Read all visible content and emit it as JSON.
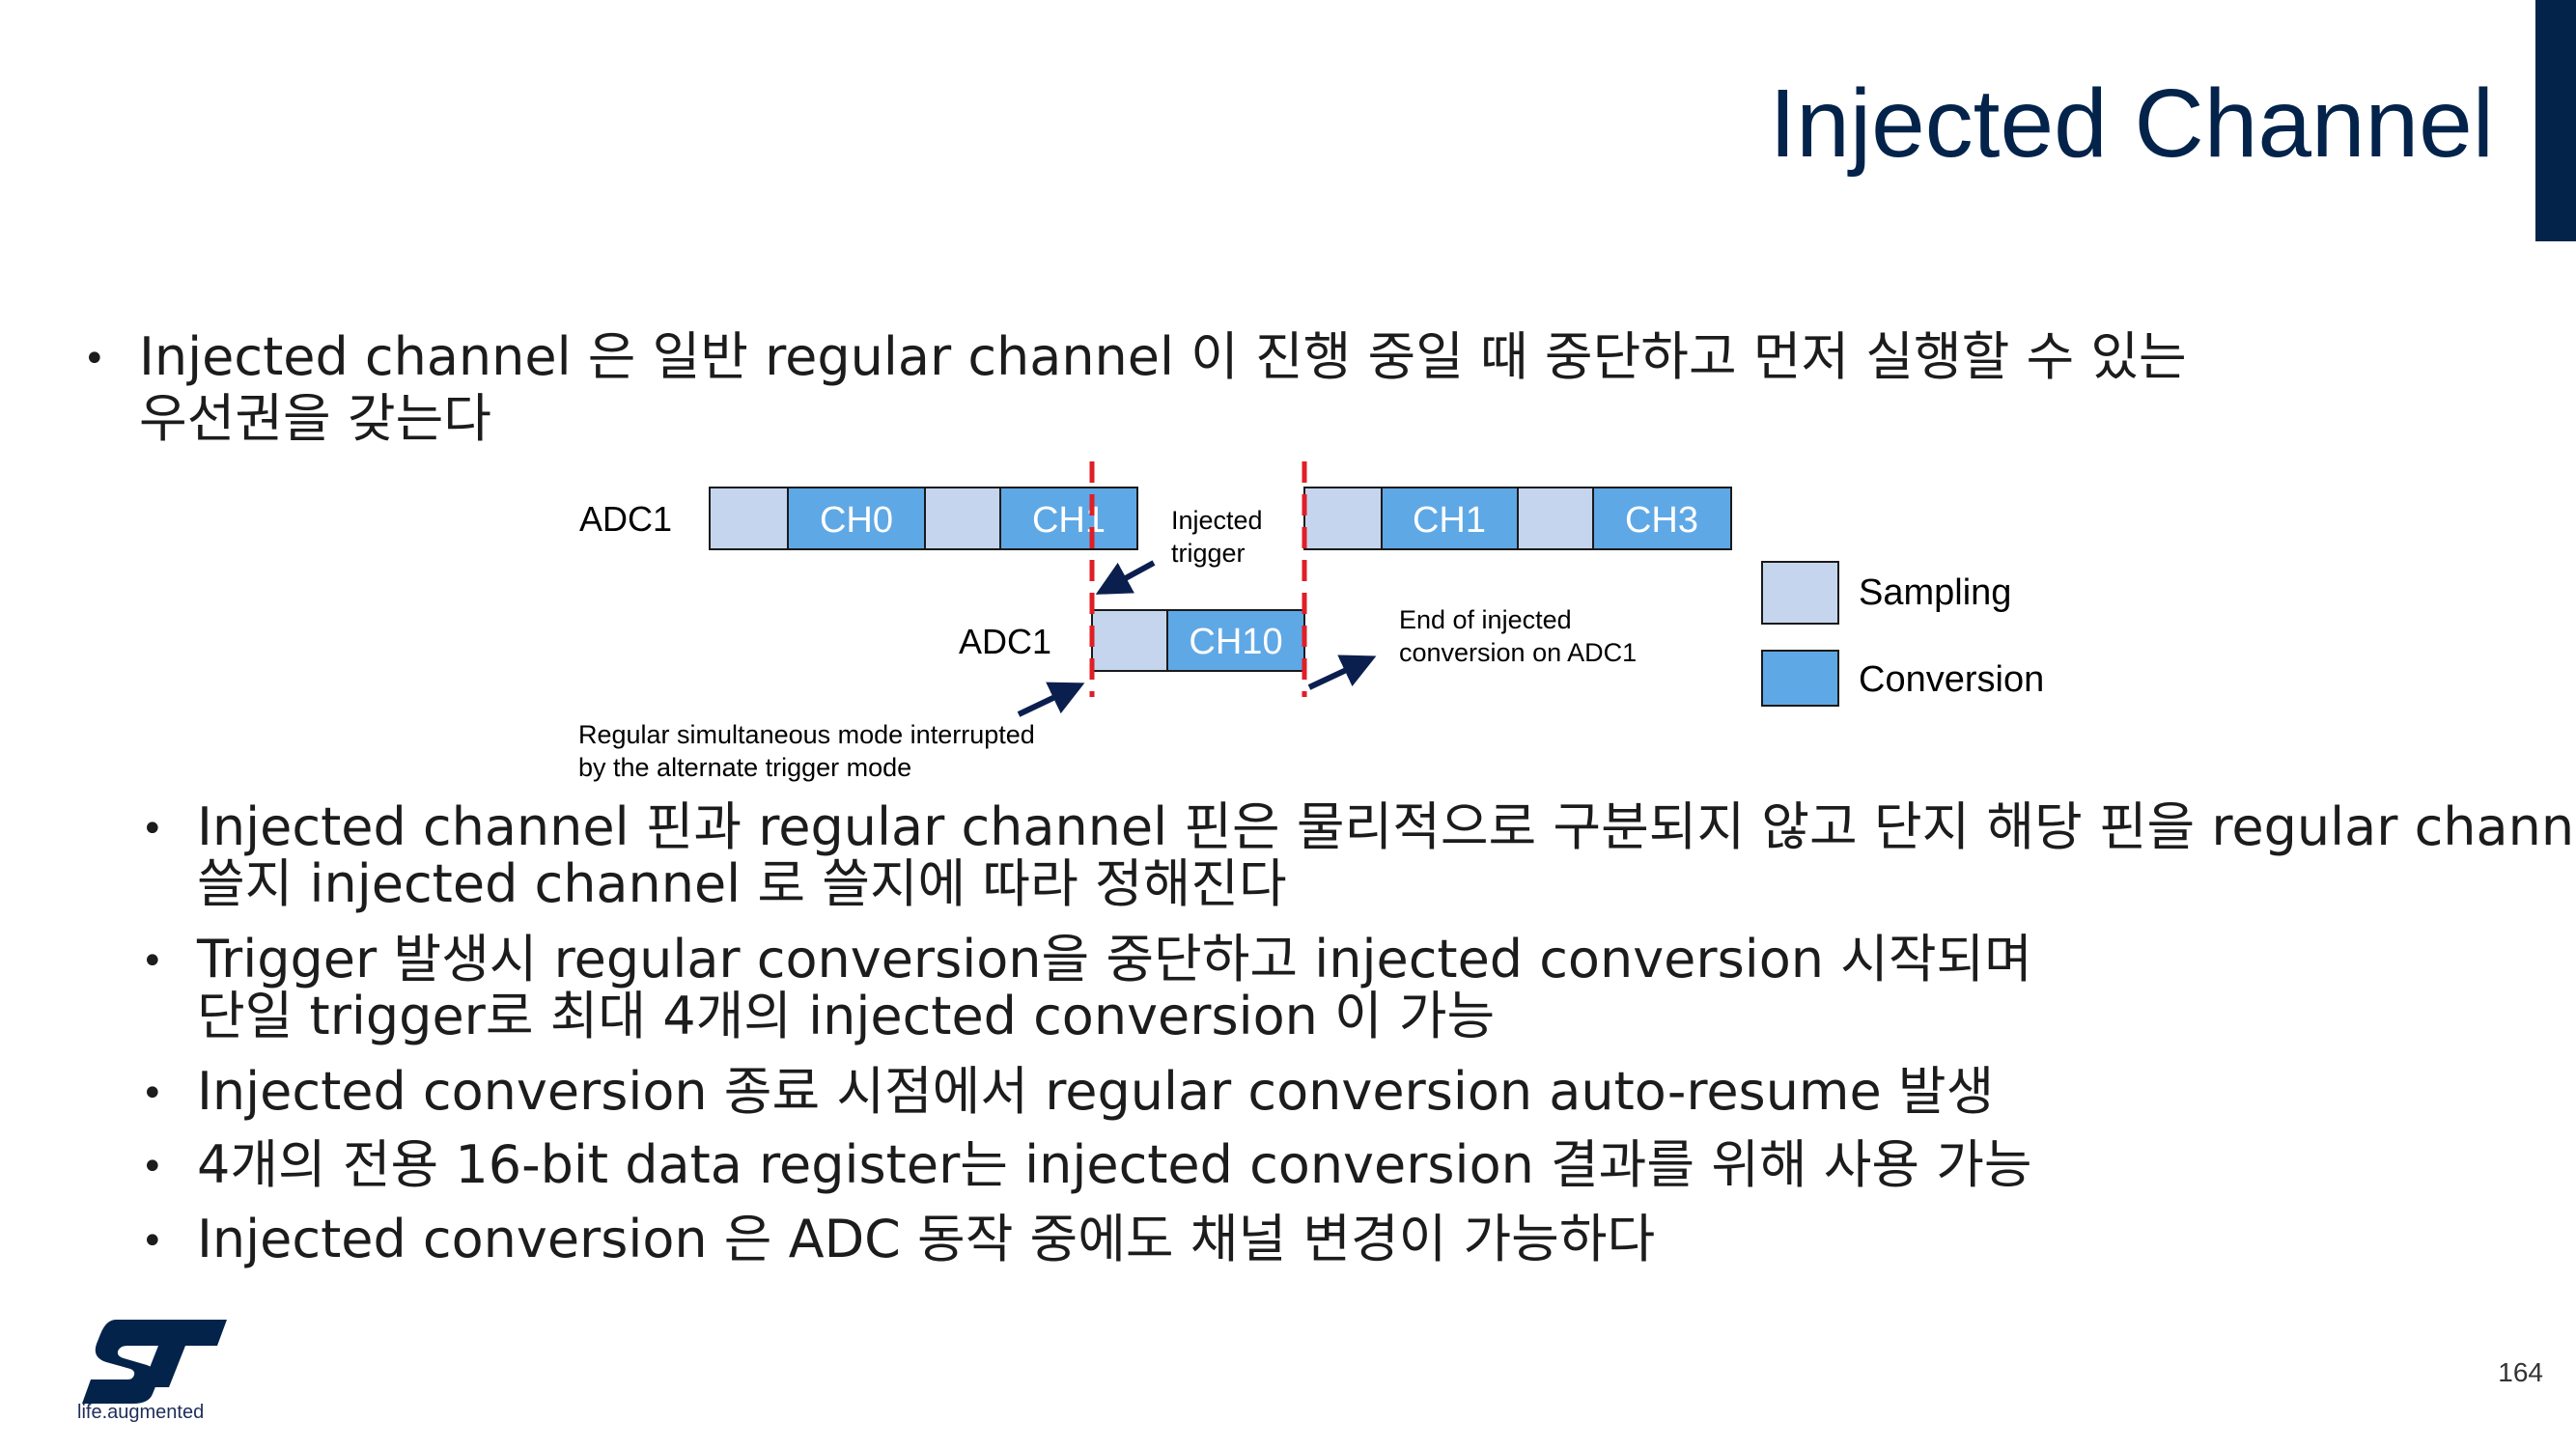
{
  "colors": {
    "accent": "#03234b",
    "sampling": "#c5d5ee",
    "conversion": "#5fa8e6",
    "trigger_line": "#e01e25",
    "arrow": "#0b1f4f"
  },
  "slide": {
    "title": "Injected Channel",
    "page_number": "164",
    "intro_lines": [
      "Injected channel 은 일반 regular channel 이 진행 중일 때 중단하고 먼저 실행할 수 있는",
      "우선권을 갖는다"
    ],
    "bullets": [
      {
        "lines": [
          "Injected channel 핀과 regular channel 핀은 물리적으로 구분되지 않고 단지 해당 핀을 regular channel 로",
          "쓸지 injected channel 로 쓸지에 따라 정해진다"
        ]
      },
      {
        "lines": [
          "Trigger 발생시 regular conversion을 중단하고 injected conversion 시작되며",
          "단일 trigger로 최대 4개의 injected conversion 이 가능"
        ]
      },
      {
        "lines": [
          "Injected conversion 종료 시점에서 regular conversion auto-resume 발생"
        ]
      },
      {
        "lines": [
          "4개의 전용 16-bit data register는 injected conversion 결과를 위해 사용 가능"
        ]
      },
      {
        "lines": [
          "Injected conversion 은 ADC 동작 중에도 채널 변경이 가능하다"
        ]
      }
    ]
  },
  "diagram": {
    "row1_label": "ADC1",
    "row2_label": "ADC1",
    "row1_left_blocks": [
      "",
      "CH0",
      "",
      "CH1"
    ],
    "row1_right_blocks": [
      "",
      "CH1",
      "",
      "CH3"
    ],
    "row2_blocks": [
      "",
      "CH10"
    ],
    "injected_trigger": [
      "Injected",
      "trigger"
    ],
    "end_of_injected": [
      "End of injected",
      "conversion on ADC1"
    ],
    "regular_interrupted": [
      "Regular simultaneous mode interrupted",
      "by the alternate trigger mode"
    ],
    "legend": {
      "sampling": "Sampling",
      "conversion": "Conversion"
    }
  },
  "logo": {
    "icon": "st-logo",
    "tagline": "life.augmented"
  }
}
